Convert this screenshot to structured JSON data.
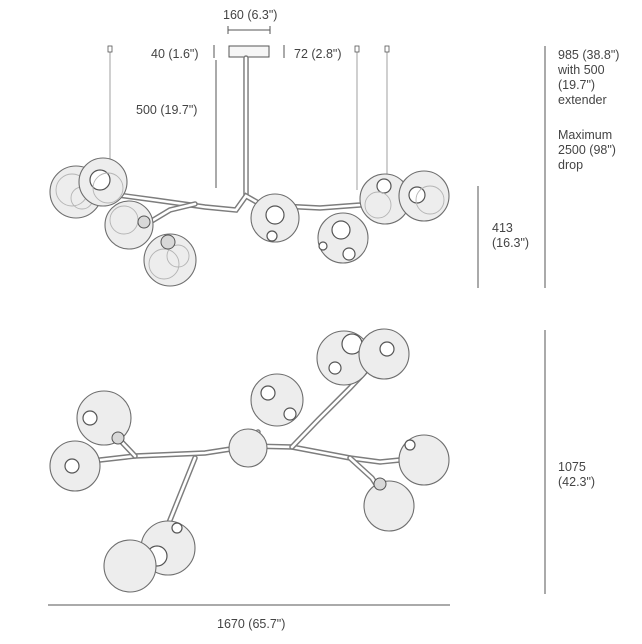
{
  "dimensions": {
    "canopy_width": "160 (6.3\")",
    "canopy_height": "40 (1.6\")",
    "rod_spacing": "72 (2.8\")",
    "rod_length": "500 (19.7\")",
    "overall_drop": "985 (38.8\") with 500 (19.7\") extender",
    "maximum_drop": "Maximum 2500 (98\") drop",
    "fixture_height": "413 (16.3\")",
    "plan_depth": "1075 (42.3\")",
    "plan_width": "1670 (65.7\")"
  }
}
